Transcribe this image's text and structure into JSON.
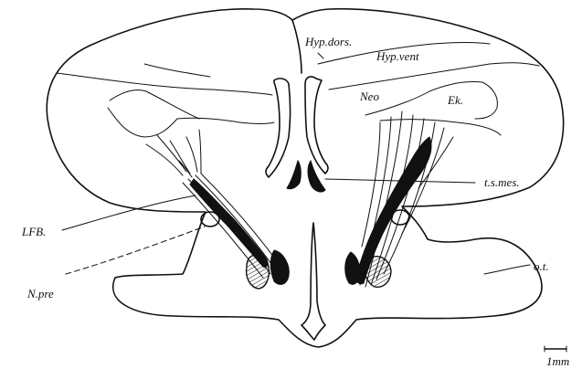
{
  "labels": {
    "hyp_dors": "Hyp.dors.",
    "hyp_vent": "Hyp.vent",
    "neo": "Neo",
    "ek": "Ek.",
    "ts_mes": "t.s.mes.",
    "lfb": "LFB.",
    "n_pre": "N.pre",
    "ot": "o.t.",
    "scale": "1mm"
  }
}
